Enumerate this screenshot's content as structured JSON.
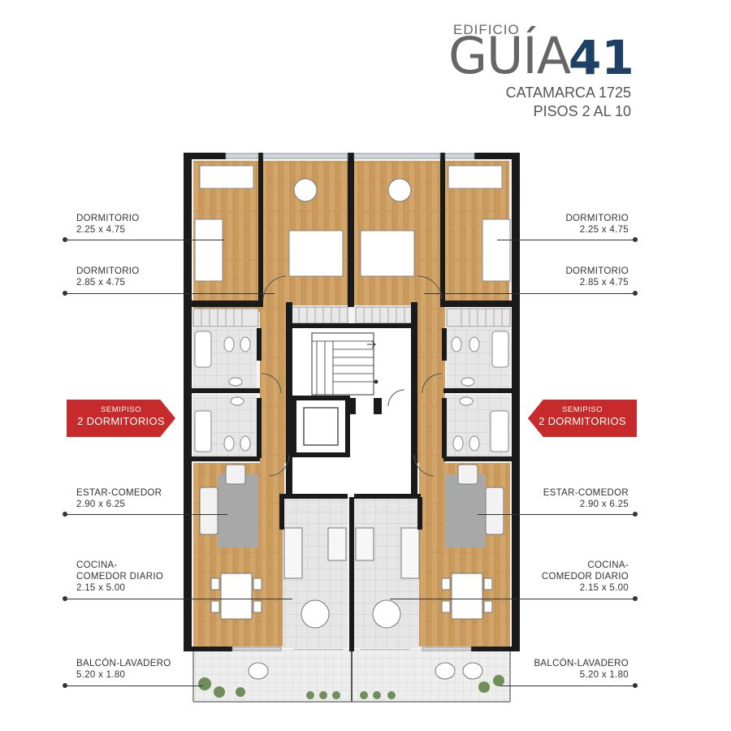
{
  "header": {
    "edificio": "EDIFICIO",
    "guia": "GUÍA",
    "number": "41",
    "address": "CATAMARCA 1725",
    "floors": "PISOS 2 AL 10"
  },
  "labels_left": [
    {
      "name": "DORMITORIO",
      "dims": "2.25 x 4.75"
    },
    {
      "name": "DORMITORIO",
      "dims": "2.85 x 4.75"
    },
    {
      "name": "ESTAR-COMEDOR",
      "dims": "2.90 x 6.25"
    },
    {
      "name": "COCINA-",
      "name2": "COMEDOR DIARIO",
      "dims": "2.15 x 5.00"
    },
    {
      "name": "BALCÓN-LAVADERO",
      "dims": "5.20 x 1.80"
    }
  ],
  "labels_right": [
    {
      "name": "DORMITORIO",
      "dims": "2.25 x 4.75"
    },
    {
      "name": "DORMITORIO",
      "dims": "2.85 x 4.75"
    },
    {
      "name": "ESTAR-COMEDOR",
      "dims": "2.90 x 6.25"
    },
    {
      "name": "COCINA-",
      "name2": "COMEDOR DIARIO",
      "dims": "2.15 x 5.00"
    },
    {
      "name": "BALCÓN-LAVADERO",
      "dims": "5.20 x 1.80"
    }
  ],
  "badge": {
    "line1": "SEMIPISO",
    "line2": "2 DORMITORIOS"
  },
  "colors": {
    "accent_red": "#c62a2a",
    "brand_blue": "#1e3f66",
    "wood": "#c9a064",
    "wall": "#1a1a1a",
    "tile": "#d9d9d9"
  }
}
